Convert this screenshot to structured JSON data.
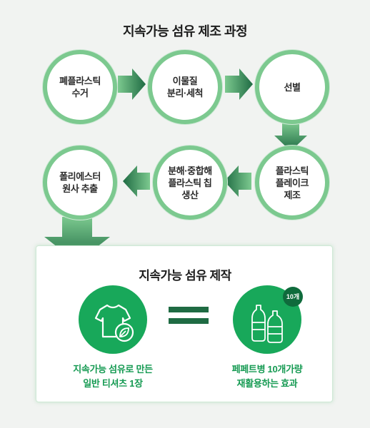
{
  "title": "지속가능 섬유 제조 과정",
  "steps": [
    {
      "label": "폐플라스틱\n수거"
    },
    {
      "label": "이물질\n분리·세척"
    },
    {
      "label": "선별"
    },
    {
      "label": "플라스틱\n플레이크\n제조"
    },
    {
      "label": "분해·중합해\n플라스틱 칩\n생산"
    },
    {
      "label": "폴리에스터\n원사 추출"
    }
  ],
  "result": {
    "title": "지속가능 섬유 제작",
    "left_caption": "지속가능 섬유로 만든\n일반 티셔츠 1장",
    "right_caption": "페페트병 10개가량\n재활용하는 효과",
    "badge": "10개"
  },
  "colors": {
    "ring": "#7cc98f",
    "arrow_dark": "#1f6b43",
    "arrow_light": "#7cc98f",
    "circle_fill": "#18a85a",
    "caption": "#159a52"
  }
}
